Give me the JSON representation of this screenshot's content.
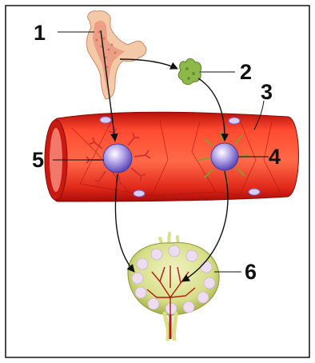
{
  "labels": {
    "l1": "1",
    "l2": "2",
    "l3": "3",
    "l4": "4",
    "l5": "5",
    "l6": "6"
  },
  "colors": {
    "vessel_outer": "#d41a12",
    "vessel_inner": "#ff5a3c",
    "bone": "#f4c9a8",
    "bone_marrow": "#e07060",
    "thymus": "#8fb84a",
    "cell_body": "#9a86dd",
    "b_cell_receptors": "#d03030",
    "t_cell_receptors": "#8a9a30",
    "lymph_node": "#d9e08a",
    "arrow": "#111111"
  },
  "icons": [
    "bone-icon",
    "thymus-icon",
    "blood-vessel-icon",
    "b-lymphocyte-icon",
    "t-lymphocyte-icon",
    "lymph-node-icon"
  ]
}
